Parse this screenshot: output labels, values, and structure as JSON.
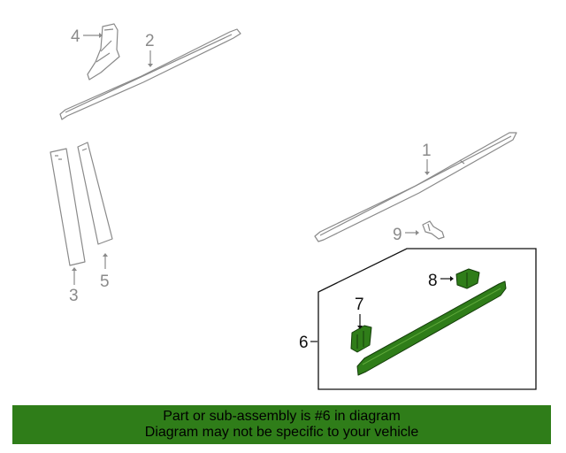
{
  "callouts": {
    "c1": "1",
    "c2": "2",
    "c3": "3",
    "c4": "4",
    "c5": "5",
    "c6": "6",
    "c7": "7",
    "c8": "8",
    "c9": "9"
  },
  "highlight_color": "#2f7d19",
  "banner": {
    "line1": "Part or sub-assembly is #6 in diagram",
    "line2": "Diagram may not be specific to your vehicle"
  }
}
